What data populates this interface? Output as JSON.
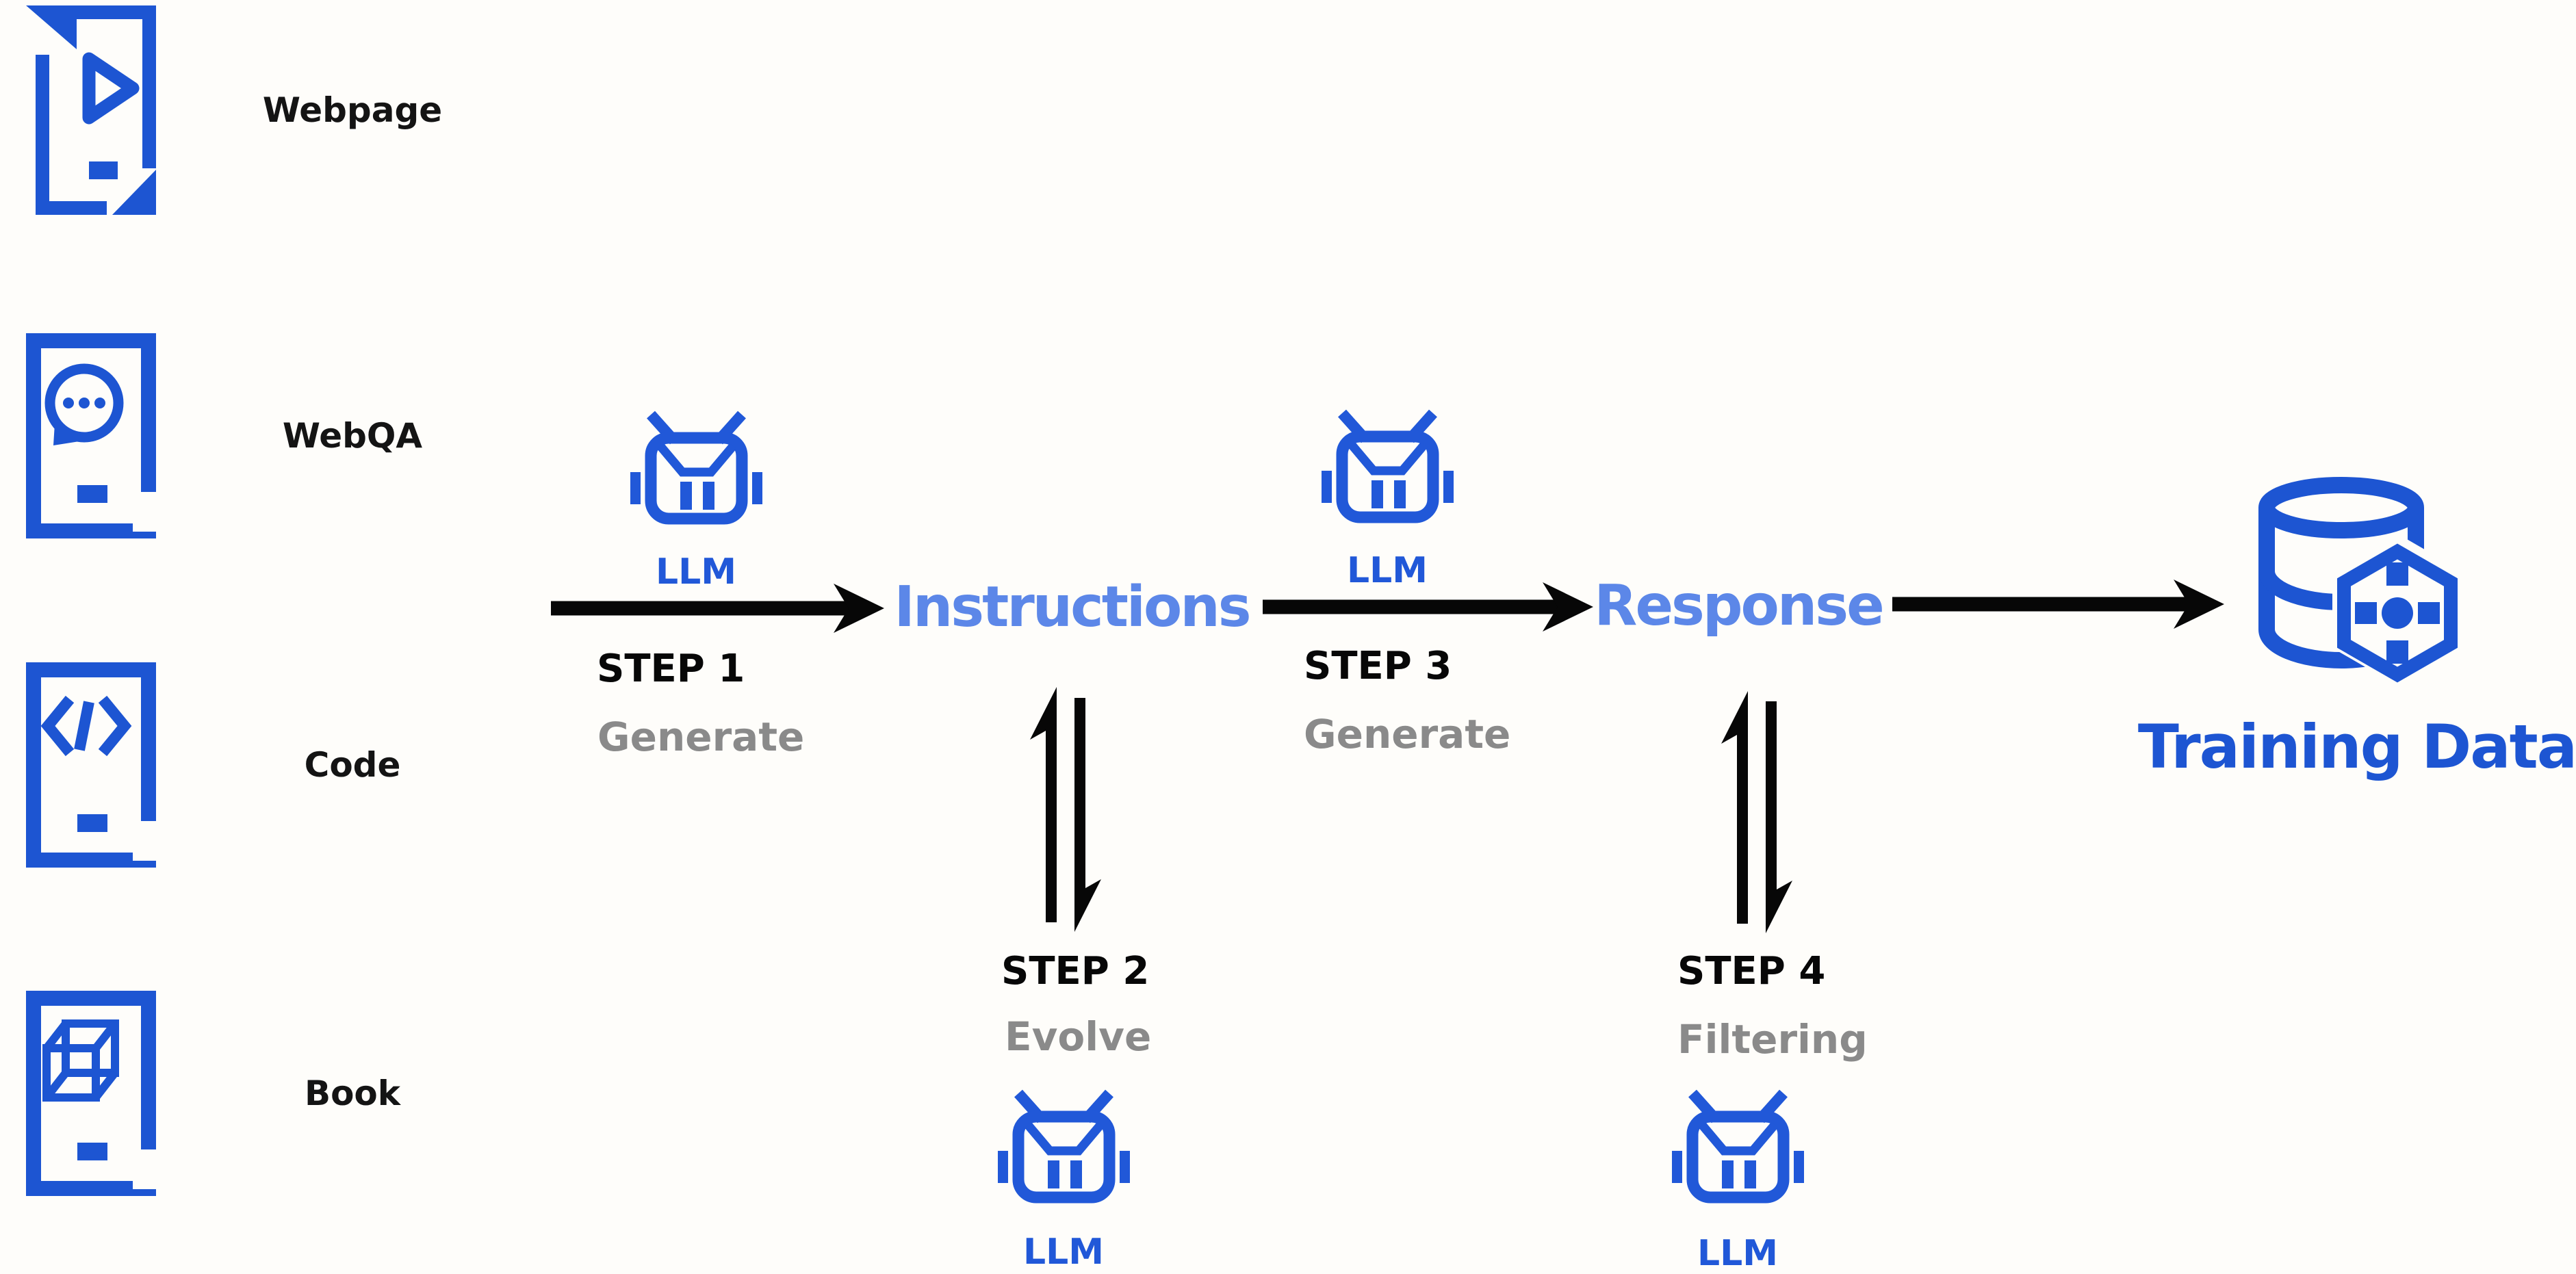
{
  "colors": {
    "primary_blue": "#1d55d2",
    "light_blue": "#5c87e8",
    "gray": "#8a8a8a",
    "arrow_black": "#070707",
    "background": "#fefdfa"
  },
  "sources": [
    {
      "label": "Webpage",
      "icon": "webpage-video-doc-icon"
    },
    {
      "label": "WebQA",
      "icon": "chat-doc-icon"
    },
    {
      "label": "Code",
      "icon": "code-doc-icon"
    },
    {
      "label": "Book",
      "icon": "book-cube-doc-icon"
    }
  ],
  "llm_label": "LLM",
  "steps": [
    {
      "name": "STEP 1",
      "action": "Generate"
    },
    {
      "name": "STEP 2",
      "action": "Evolve"
    },
    {
      "name": "STEP 3",
      "action": "Generate"
    },
    {
      "name": "STEP 4",
      "action": "Filtering"
    }
  ],
  "nodes": {
    "instructions": "Instructions",
    "response": "Response",
    "training_data": "Training Data"
  }
}
